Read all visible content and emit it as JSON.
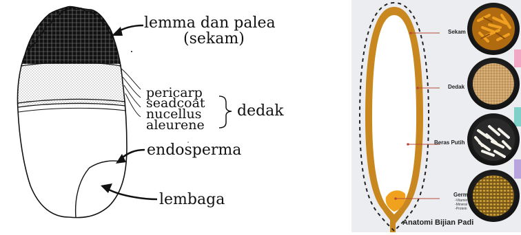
{
  "left": {
    "labels": {
      "lemma": "lemma dan palea",
      "sekam": "(sekam)",
      "pericarp": "pericarp",
      "seadcoat": "seadcoat",
      "nucellus": "nucellus",
      "aleurene": "aleurene",
      "dedak": "dedak",
      "endosperma": "endosperma",
      "lembaga": "lembaga"
    }
  },
  "right": {
    "title": "Anatomi Bijian Padi",
    "layers": {
      "sekam": "Sekam",
      "dedak": "Dedak",
      "beras": "Beras Putih",
      "germ": "Germ"
    },
    "germ_notes": [
      "-Vitamin",
      "-Mineral",
      "-Protein"
    ],
    "colors": {
      "husk": "#c8881f",
      "background": "#ecedf0",
      "leader": "#b84a3a",
      "tab_pink": "#f2a7c4",
      "tab_teal": "#7fd0c8",
      "tab_purple": "#b8a5de"
    }
  }
}
